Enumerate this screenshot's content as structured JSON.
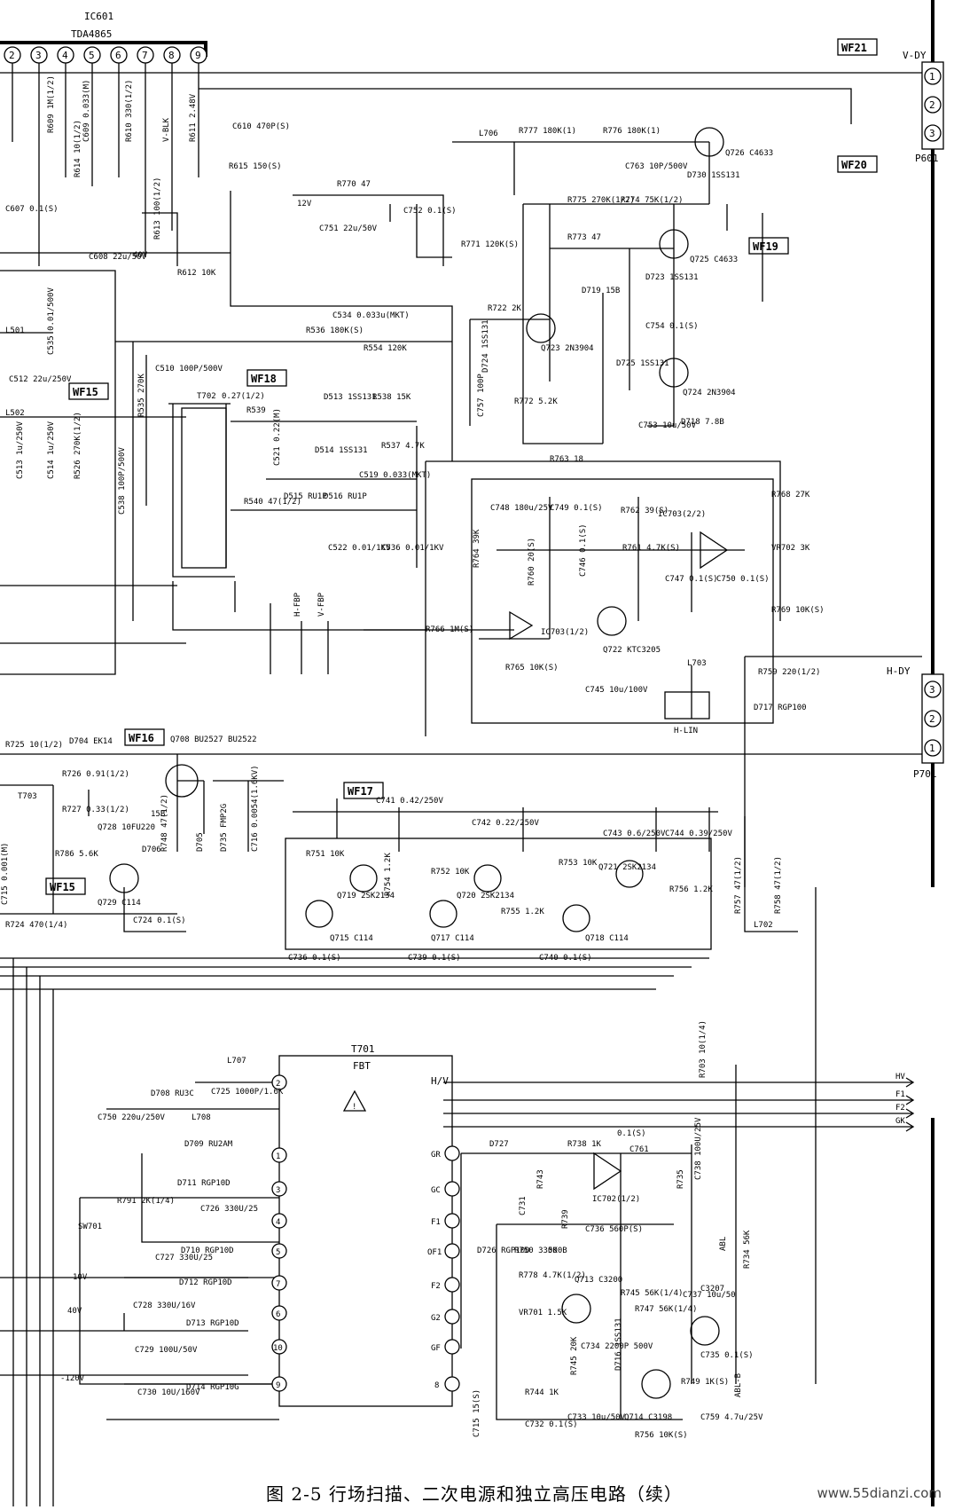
{
  "title_block": {
    "ic_ref": "IC601",
    "ic_part": "TDA4865"
  },
  "ic601_pins": [
    "2",
    "3",
    "4",
    "5",
    "6",
    "7",
    "8",
    "9"
  ],
  "waveform_points": [
    "WF21",
    "WF20",
    "WF19",
    "WF18",
    "WF15",
    "WF16",
    "WF17",
    "WF15"
  ],
  "connectors": {
    "p601": {
      "ref": "P601",
      "signal": "V-DY",
      "pins": [
        "1",
        "2",
        "3"
      ]
    },
    "p701": {
      "ref": "P701",
      "signal": "H-DY",
      "pins": [
        "3",
        "2",
        "1"
      ]
    }
  },
  "components": {
    "top_left": [
      "R609 1M(1/2)",
      "C609 0.033(M)",
      "R614 10(1/2)",
      "R610 330(1/2)",
      "V-BLK",
      "R611 2.48V",
      "C610 470P(S)",
      "R615 150(S)",
      "C607 0.1(S)",
      "C608 22u/50V",
      "R613 100(1/2)",
      "40V",
      "R612 10K",
      "12V"
    ],
    "vertical_block": [
      "L706",
      "R777 180K(1)",
      "R776 180K(1)",
      "Q726 C4633",
      "C763 10P/500V",
      "D730 1SS131",
      "R770 47",
      "C751 22u/50V",
      "C752 0.1(S)",
      "R775 270K(1/2)",
      "R774 75K(1/2)",
      "R771 120K(S)",
      "R773 47",
      "Q725 C4633",
      "D719 15B",
      "D723 1SS131",
      "C754 0.1(S)",
      "R722 2K",
      "Q723 2N3904",
      "D724 1SS131",
      "C757 100P",
      "R772 5.2K",
      "D725 1SS131",
      "Q724 2N3904",
      "C753 10u/50V",
      "D718 7.8B"
    ],
    "left_supply": [
      "L501",
      "C535 0.01/500V",
      "C512 22u/250V",
      "L502",
      "C513 1u/250V",
      "C514 1u/250V",
      "R526 270K(1/2)",
      "C510 100P/500V",
      "R535 270K",
      "C538 100P/500V"
    ],
    "flyback_mid": [
      "C534 0.033u(MKT)",
      "R536 180K(S)",
      "R554 120K",
      "T702",
      "0.27(1/2)",
      "R539",
      "C521 0.22(M)",
      "D513 1SS131",
      "R538 15K",
      "D514 1SS131",
      "R537 4.7K",
      "C519 0.033(MKT)",
      "R540 47(1/2)",
      "D515 RU1P",
      "D516 RU1P",
      "C522 0.01/1KV",
      "C536 0.01/1KV",
      "H-FBP",
      "V-FBP"
    ],
    "ic703_block": [
      "R763 18",
      "C748 180u/25V",
      "C749 0.1(S)",
      "R762 39(S)",
      "IC703(2/2)",
      "R768 27K",
      "R764 39K",
      "R760 20(S)",
      "C746 0.1(S)",
      "R761 4.7K(S)",
      "C747 0.1(S)",
      "C750 0.1(S)",
      "VR702 3K",
      "R769 10K(S)",
      "R766 1M(S)",
      "IC703(1/2)",
      "Q722 KTC3205",
      "R765 10K(S)",
      "L703",
      "C745 10u/100V",
      "R759 220(1/2)",
      "D717 RGP100",
      "H-LIN"
    ],
    "h_drive": [
      "R725 10(1/2)",
      "D704 EK14",
      "R726 0.91(1/2)",
      "R727 0.33(1/2)",
      "Q708 BU2527 BU2522",
      "T703",
      "Q728 10FU220",
      "15B",
      "D706",
      "R748 47(1/2)",
      "D705",
      "D735 FMP2G",
      "C716 0.0054(1.6KV)",
      "R786 5.6K",
      "C715 0.001(M)",
      "Q729 C114",
      "C724 0.1(S)",
      "R724 470(1/4)"
    ],
    "cap_switch": [
      "C741 0.42/250V",
      "C742 0.22/250V",
      "C743 0.6/250V",
      "C744 0.39/250V",
      "R751 10K",
      "Q719 2SK2134",
      "R752 10K",
      "Q720 2SK2134",
      "R753 10K",
      "Q721 2SK2134",
      "Q715 C114",
      "Q717 C114",
      "Q718 C114",
      "R754 1.2K",
      "R755 1.2K",
      "R756 1.2K",
      "R757 47(1/2)",
      "R758 47(1/2)",
      "L702",
      "C736 0.1(S)",
      "C739 0.1(S)",
      "C740 0.1(S)"
    ],
    "fbt_block": [
      "L707",
      "C750 220u/250V",
      "D708 RU3C",
      "C725 1000P/1.6K",
      "L708",
      "D709 RU2AM",
      "D711 RGP10D",
      "R791 2K(1/4)",
      "C726 330U/25",
      "SW701",
      "C727 330U/25",
      "D710 RGP10D",
      "10V",
      "D712 RGP10D",
      "C728 330U/16V",
      "40V",
      "D713 RGP10D",
      "C729 100U/50V",
      "-120V",
      "C730 10U/160V",
      "D714 RGP10G",
      "T701",
      "FBT",
      "H/V",
      "D727",
      "R743",
      "R739",
      "C736 560P(S)",
      "C731",
      "D726 RGP10D",
      "R750 330K",
      "R738 1K",
      "0.1(S)",
      "C761",
      "IC702(1/2)",
      "R735",
      "C738 100U/25V",
      "R778 4.7K(1/2)",
      "Q713 C3200",
      "R745 56K(1/4)",
      "R747 56K(1/4)",
      "C737 10u/50",
      "C734 2200P 500V",
      "R745 20K",
      "D716 1SS131",
      "Q714 C3198",
      "C733 10u/50V",
      "R744 1K",
      "C732 0.1(S)",
      "C715 15(S)",
      "R749 1K(S)",
      "C735 0.1(S)",
      "C759 4.7u/25V",
      "R756 10K(S)",
      "C3207",
      "ABL-B",
      "ABL",
      "VR701 1.5K",
      "R703 10(1/4)",
      "R734 56K",
      "500B"
    ],
    "fbt_pins_left": [
      "2",
      "1",
      "3",
      "4",
      "5",
      "7",
      "6",
      "10",
      "9"
    ],
    "fbt_pins_right": [
      "GR",
      "GC",
      "F1",
      "OF1",
      "F2",
      "G2",
      "GF",
      "8"
    ],
    "outputs": [
      "HV",
      "F1",
      "F2",
      "GK"
    ]
  },
  "caption": "图 2-5   行场扫描、二次电源和独立高压电路（续）",
  "watermark": "www.55dianzi.com"
}
